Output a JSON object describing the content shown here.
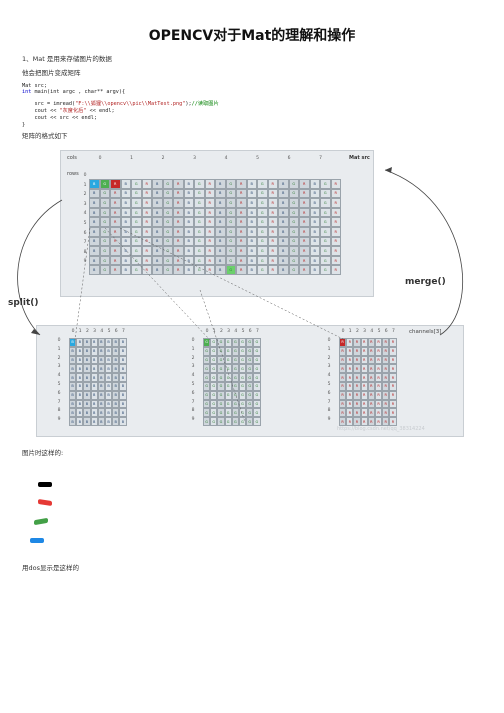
{
  "title": "OPENCV对于Mat的理解和操作",
  "intro_1": "1、Mat 是用来存储图片的数据",
  "intro_2": "他会把图片变成矩阵",
  "code": {
    "l1": "Mat src;",
    "l2_kw": "int",
    "l2_rest": " main(int argc , char** argv){",
    "l3_pre": "    src = imread(",
    "l3_str": "\"F:\\\\狐狸\\\\opencv\\\\pic\\\\MatTest.png\"",
    "l3_post": ");",
    "l3_cmt": "//读取图片",
    "l4_pre": "    cout << ",
    "l4_str": "\"灰度化后\"",
    "l4_post": " << endl;",
    "l5": "    cout << src << endl;",
    "l6": "}"
  },
  "matrix_caption": "矩阵的格式如下",
  "figure": {
    "cols_label": "cols",
    "rows_label": "rows",
    "mat_src_label": "Mat src",
    "col_numbers": [
      "0",
      "1",
      "2",
      "3",
      "4",
      "5",
      "6",
      "7"
    ],
    "row_numbers": [
      "0",
      "1",
      "2",
      "3",
      "4",
      "5",
      "6",
      "7",
      "8",
      "9"
    ],
    "split_label": "split()",
    "merge_label": "merge()",
    "channels_label": "channels[3]",
    "watermark": "https://blog.csdn.net/qq_38314224"
  },
  "picture_caption": "图片时这样的:",
  "swatch_colors": [
    "#000000",
    "#e53935",
    "#43a047",
    "#1e88e5"
  ],
  "dos_caption": "用dos显示是这样的"
}
